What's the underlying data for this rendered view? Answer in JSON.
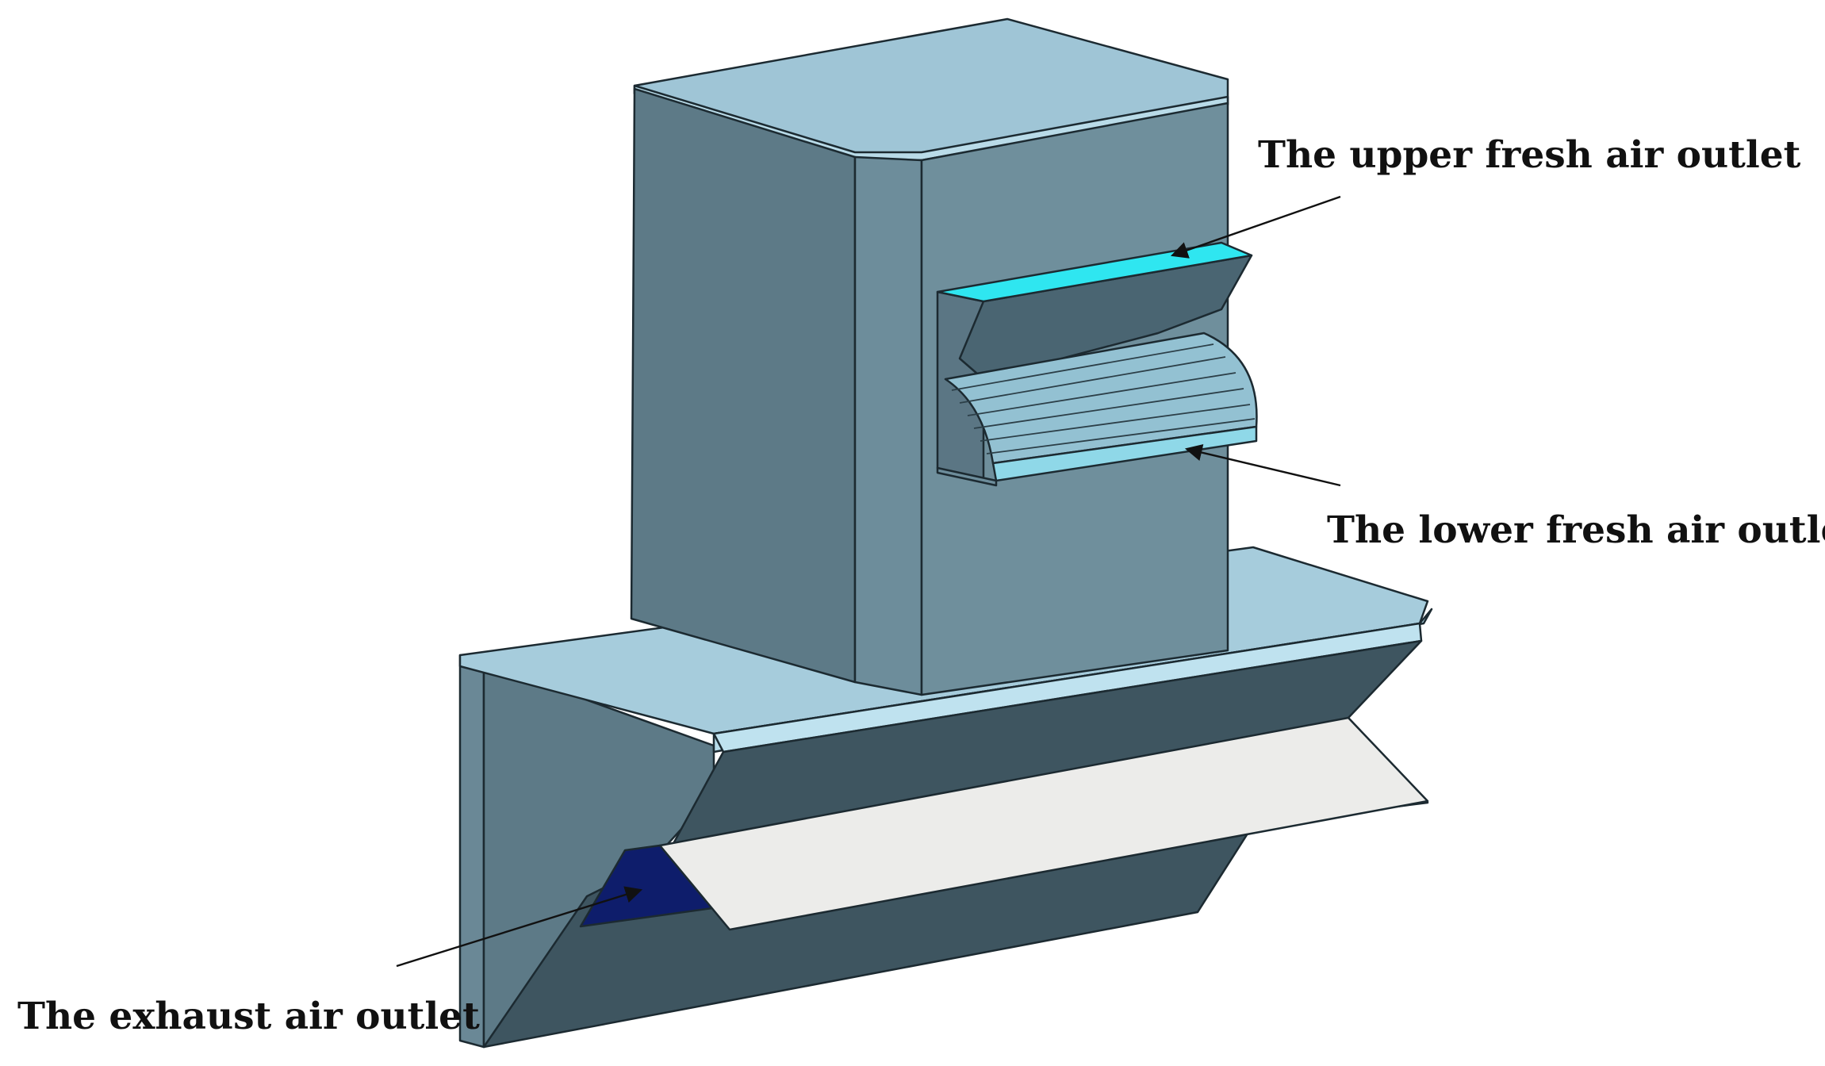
{
  "labels": {
    "upper_fresh_air_outlet": "The upper fresh air outlet",
    "lower_fresh_air_outlet": "The lower fresh air outlet",
    "exhaust_air_outlet": "The exhaust air outlet"
  },
  "colors": {
    "body_front": "#5d7a87",
    "body_side": "#6f8f9c",
    "body_top": "#9fc5d6",
    "hood_face": "#3e5560",
    "upper_outlet": "#2fe6f0",
    "lower_outlet": "#8fd8e8",
    "exhaust_outlet": "#0e1d6b",
    "exhaust_panel": "#ececea",
    "outline": "#1c2a31",
    "leader_line": "#111111"
  }
}
